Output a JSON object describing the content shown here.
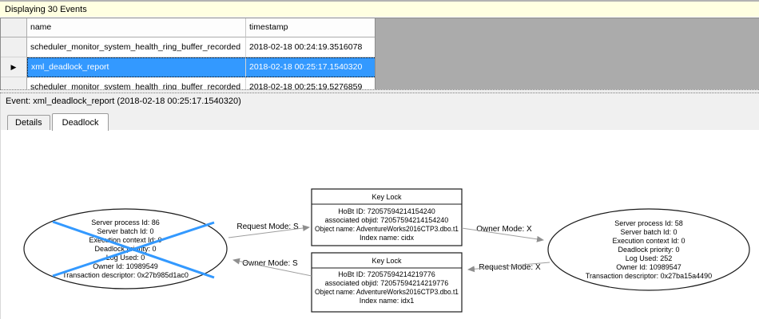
{
  "info_bar": {
    "title": "Displaying 30 Events"
  },
  "grid": {
    "columns": [
      "name",
      "timestamp"
    ],
    "row_marker": "▶",
    "rows": [
      {
        "name": "scheduler_monitor_system_health_ring_buffer_recorded",
        "timestamp": "2018-02-18 00:24:19.3516078",
        "selected": false
      },
      {
        "name": "xml_deadlock_report",
        "timestamp": "2018-02-18 00:25:17.1540320",
        "selected": true
      },
      {
        "name": "scheduler_monitor_system_health_ring_buffer_recorded",
        "timestamp": "2018-02-18 00:25:19.5276859",
        "selected": false
      }
    ]
  },
  "event_bar": {
    "label": "Event: xml_deadlock_report (2018-02-18 00:25:17.1540320)"
  },
  "tabs": [
    {
      "label": "Details",
      "active": false
    },
    {
      "label": "Deadlock",
      "active": true
    }
  ],
  "graph": {
    "process_left": {
      "victim": true,
      "lines": [
        "Server process Id: 86",
        "Server batch Id: 0",
        "Execution context Id: 0",
        "Deadlock priority: 0",
        "Log Used: 0",
        "Owner Id: 10989549",
        "Transaction descriptor: 0x27b985d1ac0"
      ]
    },
    "process_right": {
      "victim": false,
      "lines": [
        "Server process Id: 58",
        "Server batch Id: 0",
        "Execution context Id: 0",
        "Deadlock priority: 0",
        "Log Used: 252",
        "Owner Id: 10989547",
        "Transaction descriptor: 0x27ba15a4490"
      ]
    },
    "lock_top": {
      "title": "Key Lock",
      "lines": [
        "HoBt ID: 72057594214154240",
        "associated objid: 72057594214154240",
        "Object name: AdventureWorks2016CTP3.dbo.t1",
        "Index name: cidx"
      ]
    },
    "lock_bottom": {
      "title": "Key Lock",
      "lines": [
        "HoBt ID: 72057594214219776",
        "associated objid: 72057594214219776",
        "Object name: AdventureWorks2016CTP3.dbo.t1",
        "Index name: idx1"
      ]
    },
    "edges": [
      {
        "label": "Request Mode: S"
      },
      {
        "label": "Owner Mode: S"
      },
      {
        "label": "Owner Mode: X"
      },
      {
        "label": "Request Mode: X"
      }
    ]
  },
  "colors": {
    "selection": "#3399FF",
    "victim_x": "#3399FF",
    "info_bar_bg": "#FFFFE1",
    "filler_gray": "#ABABAB"
  }
}
